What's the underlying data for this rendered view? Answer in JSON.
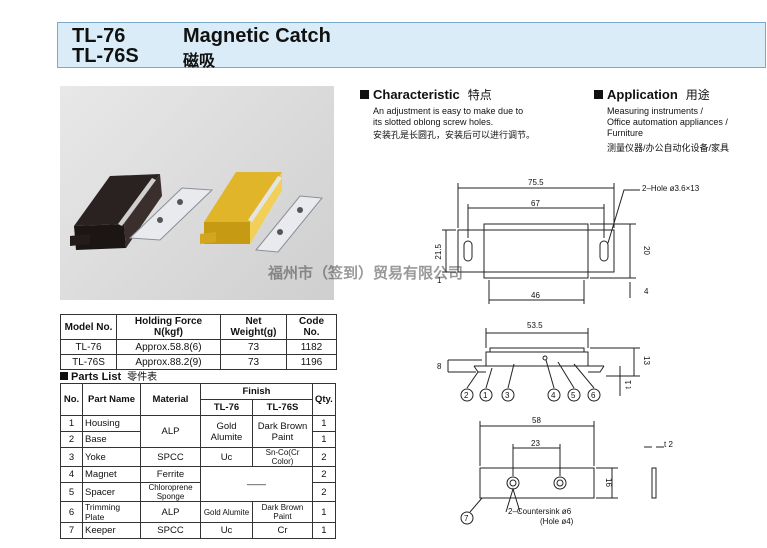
{
  "header": {
    "model_1": "TL-76",
    "model_2": "TL-76S",
    "name_en": "Magnetic Catch",
    "name_zh": "磁吸"
  },
  "characteristic": {
    "title": "Characteristic",
    "title_zh": "特点",
    "line1": "An adjustment is easy to make due to",
    "line2": "its slotted oblong screw holes.",
    "line_zh": "安装孔是长圆孔，安装后可以进行调节。"
  },
  "application": {
    "title": "Application",
    "title_zh": "用途",
    "line1": "Measuring instruments /",
    "line2": "Office automation appliances /",
    "line3": "Furniture",
    "line_zh": "测量仪器/办公自动化设备/家具"
  },
  "spec_table": {
    "headers": [
      "Model No.",
      "Holding Force N(kgf)",
      "Net Weight(g)",
      "Code No."
    ],
    "rows": [
      [
        "TL-76",
        "Approx.58.8(6)",
        "73",
        "1182"
      ],
      [
        "TL-76S",
        "Approx.88.2(9)",
        "73",
        "1196"
      ]
    ]
  },
  "parts_list": {
    "title": "Parts List",
    "title_zh": "零件表",
    "h_no": "No.",
    "h_part": "Part Name",
    "h_material": "Material",
    "h_finish": "Finish",
    "h_tl76": "TL-76",
    "h_tl76s": "TL-76S",
    "h_qty": "Qty.",
    "rows": [
      {
        "no": "1",
        "part": "Housing",
        "material": "ALP",
        "tl76": "Gold Alumite",
        "tl76s": "Dark Brown Paint",
        "qty": "1"
      },
      {
        "no": "2",
        "part": "Base",
        "qty": "1"
      },
      {
        "no": "3",
        "part": "Yoke",
        "material": "SPCC",
        "tl76": "Uc",
        "tl76s": "Sn-Co(Cr Color)",
        "qty": "2"
      },
      {
        "no": "4",
        "part": "Magnet",
        "material": "Ferrite",
        "qty": "2"
      },
      {
        "no": "5",
        "part": "Spacer",
        "material": "Chloroprene Sponge",
        "tl76": "——",
        "qty": "2"
      },
      {
        "no": "6",
        "part": "Trimming Plate",
        "material": "ALP",
        "tl76": "Gold Alumite",
        "tl76s": "Dark Brown Paint",
        "qty": "1"
      },
      {
        "no": "7",
        "part": "Keeper",
        "material": "SPCC",
        "tl76": "Uc",
        "tl76s": "Cr",
        "qty": "1"
      }
    ]
  },
  "drawing": {
    "d_75_5": "75.5",
    "d_67": "67",
    "d_hole": "2–Hole ø3.6×13",
    "d_21_5": "21.5",
    "d_20": "20",
    "d_1": "1",
    "d_46": "46",
    "d_4": "4",
    "d_53_5": "53.5",
    "d_8": "8",
    "d_13": "13",
    "d_t1": "t 1",
    "d_58": "58",
    "d_23": "23",
    "d_t2": "t 2",
    "d_16": "16",
    "d_countersink": "2–Countersink ø6",
    "d_hole4": "(Hole ø4)",
    "callouts": [
      "2",
      "1",
      "3",
      "4",
      "5",
      "6",
      "7"
    ]
  },
  "watermark": "福州市（签到）贸易有限公司",
  "colors": {
    "header_bg": "#d9ecf7",
    "header_border": "#7aa9c9",
    "line": "#222222"
  }
}
